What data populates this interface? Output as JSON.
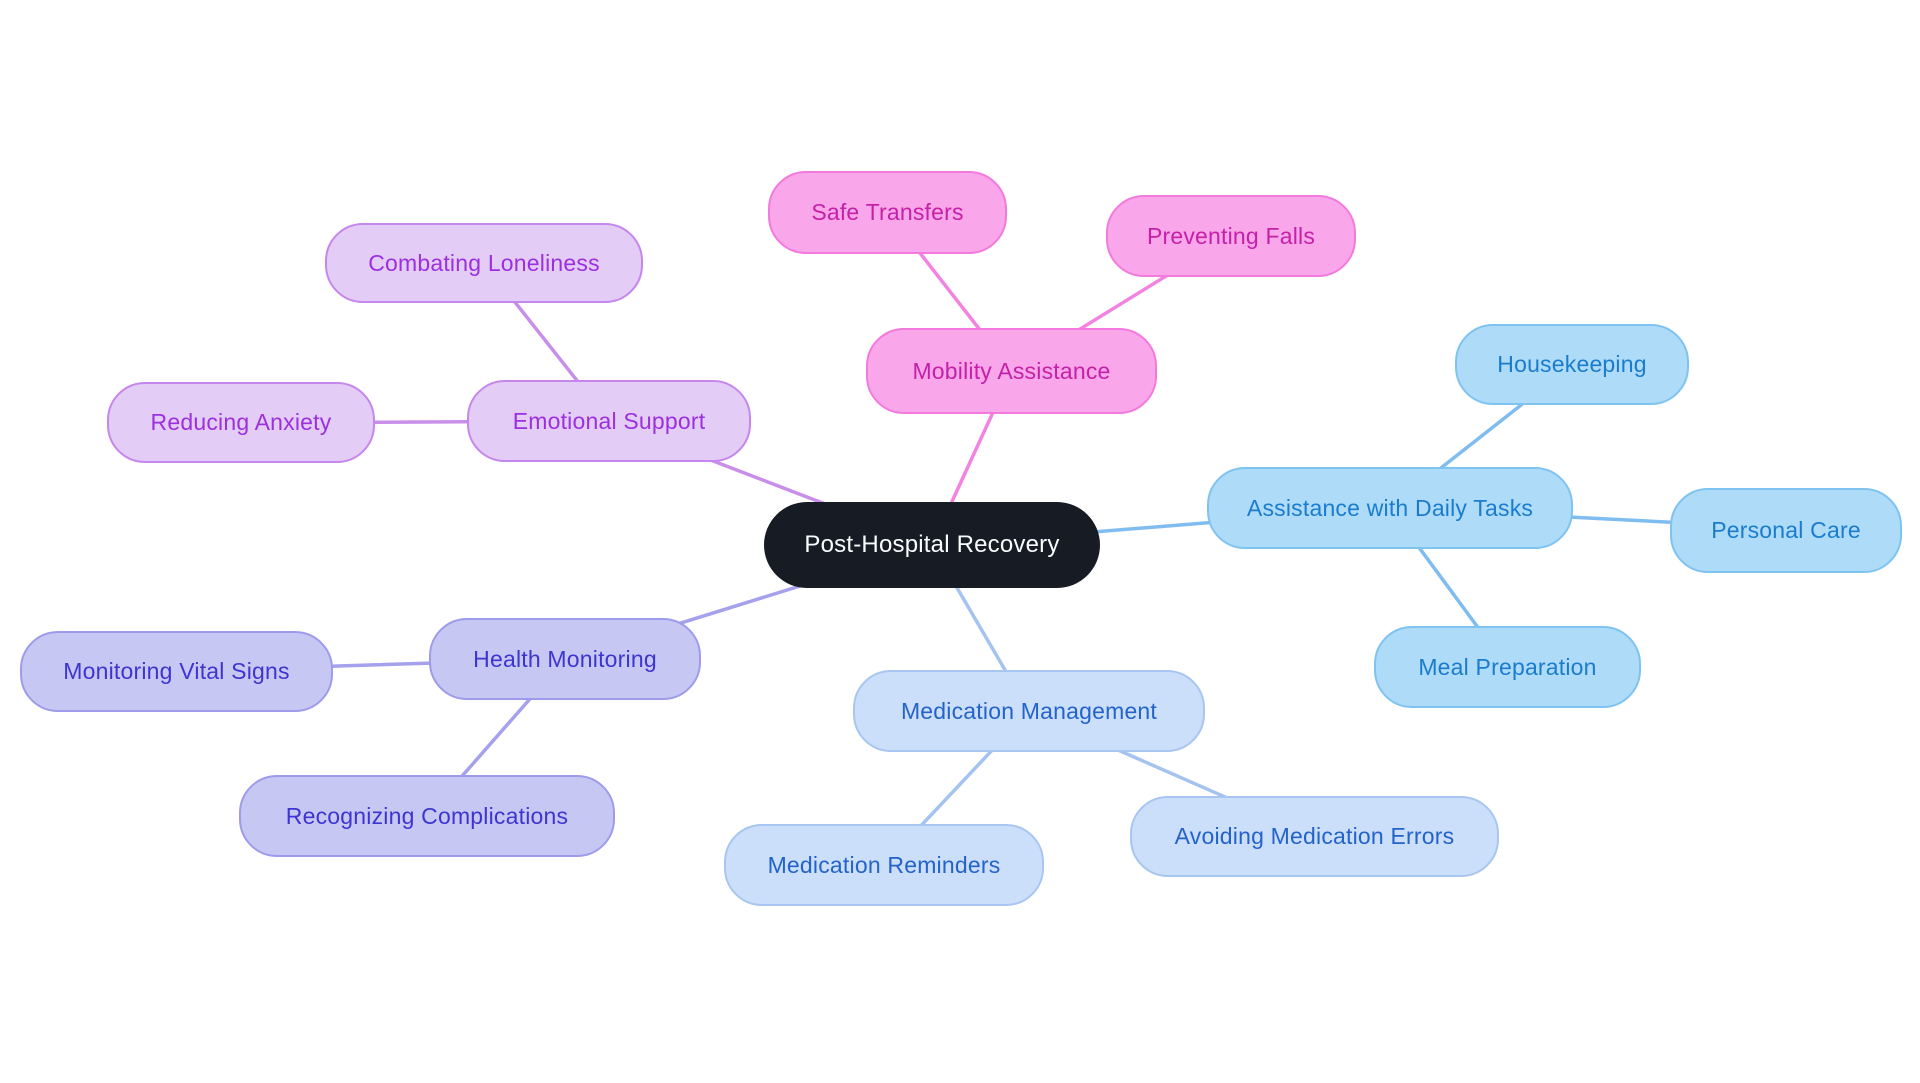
{
  "page": {
    "background": "#ffffff"
  },
  "mindmap": {
    "center": {
      "label": "Post-Hospital Recovery",
      "fill": "#171b24",
      "text_color": "#fafbfc"
    },
    "branches": [
      {
        "label": "Mobility Assistance",
        "fill": "#faa6ea",
        "border": "#f37add",
        "text_color": "#c521a6",
        "line_color": "#f383e0",
        "children": [
          {
            "label": "Safe Transfers"
          },
          {
            "label": "Preventing Falls"
          }
        ]
      },
      {
        "label": "Assistance with Daily Tasks",
        "fill": "#addbf8",
        "border": "#7fc3f1",
        "text_color": "#1b7cce",
        "line_color": "#7fbcef",
        "children": [
          {
            "label": "Housekeeping"
          },
          {
            "label": "Personal Care"
          },
          {
            "label": "Meal Preparation"
          }
        ]
      },
      {
        "label": "Medication Management",
        "fill": "#cbdefa",
        "border": "#a7c6f2",
        "text_color": "#2463ca",
        "line_color": "#a5c3f0",
        "children": [
          {
            "label": "Medication Reminders"
          },
          {
            "label": "Avoiding Medication Errors"
          }
        ]
      },
      {
        "label": "Health Monitoring",
        "fill": "#c7c7f3",
        "border": "#9e9bea",
        "text_color": "#3d35d1",
        "line_color": "#a5a1ed",
        "children": [
          {
            "label": "Monitoring Vital Signs"
          },
          {
            "label": "Recognizing Complications"
          }
        ]
      },
      {
        "label": "Emotional Support",
        "fill": "#e3ccf5",
        "border": "#c687ec",
        "text_color": "#9c30df",
        "line_color": "#c88fea",
        "children": [
          {
            "label": "Combating Loneliness"
          },
          {
            "label": "Reducing Anxiety"
          }
        ]
      }
    ]
  }
}
